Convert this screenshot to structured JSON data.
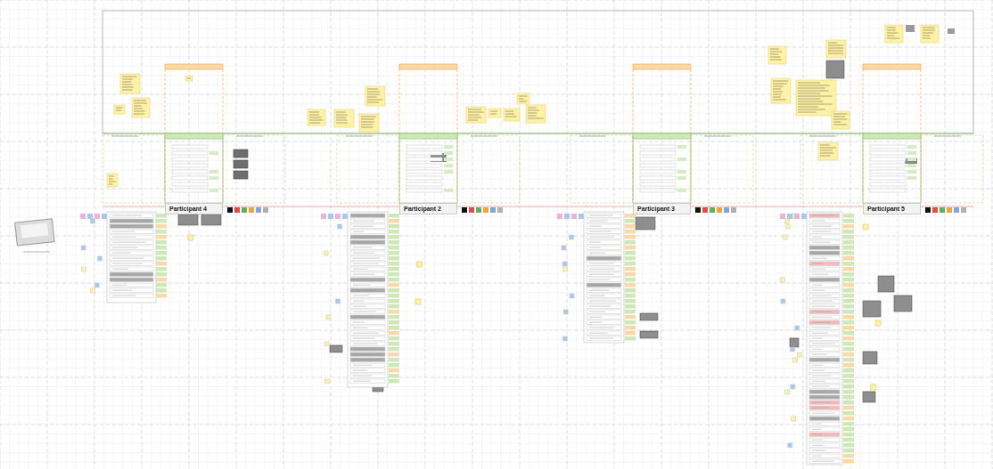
{
  "diagram": {
    "nodes": [
      {
        "text": [
          "Participant 4"
        ]
      },
      {
        "text": [
          "Participant 2"
        ]
      },
      {
        "text": [
          "Participant 3"
        ]
      },
      {
        "text": [
          "Participant 5"
        ]
      }
    ]
  }
}
